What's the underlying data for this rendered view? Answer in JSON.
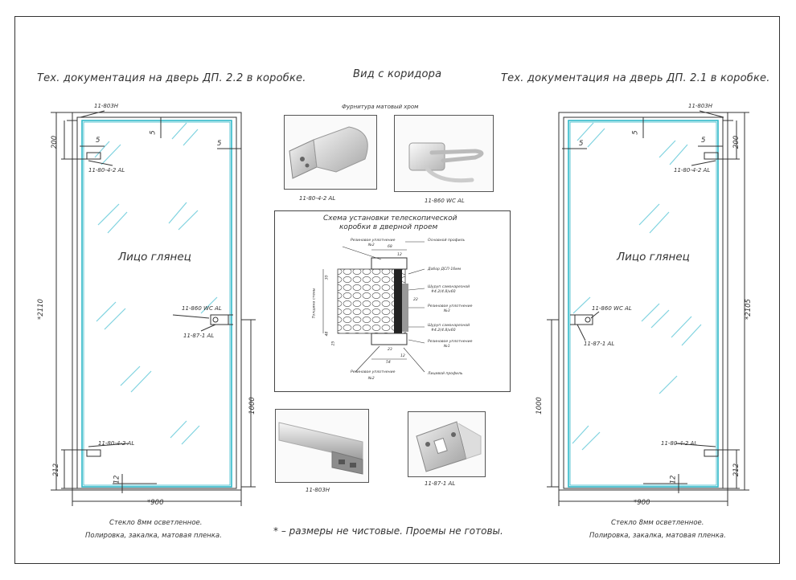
{
  "titles": {
    "left": "Тех. документация на дверь ДП. 2.2 в коробке.",
    "center": "Вид с коридора",
    "right": "Тех. документация на дверь ДП. 2.1 в коробке."
  },
  "hardware_title": "Фурнитура матовый хром",
  "photos": {
    "hinge": "11-80-4-2 AL",
    "handle": "11-860 WC AL",
    "profile": "11-803Н",
    "strike": "11-87-1 AL"
  },
  "scheme": {
    "title_line1": "Схема установки телескопической",
    "title_line2": "коробки в дверной проем",
    "labels": {
      "seal_n2_top": "Резиновое уплотнение",
      "n2_top": "№2",
      "main_profile": "Основной профиль",
      "dobor": "Добор ДСП-16мм",
      "screw1": "Шуруп самонарезной",
      "screw1_size": "#4.2(4.8)х60",
      "seal_n3": "Резиновое уплотнение",
      "n3": "№3",
      "screw2": "Шуруп самонарезной",
      "screw2_size": "#4.2(4.8)х60",
      "seal_n1": "Резиновое уплотнение",
      "n1": "№1",
      "seal_n2_bottom": "Резиновое уплотнение",
      "n2_bottom": "№2",
      "face_profile": "Лицевой профиль",
      "wall_thickness": "Толщина стены",
      "dim_68": "68",
      "dim_54": "54",
      "dim_12": "12",
      "dim_23": "23",
      "dim_48": "48",
      "dim_30": "30",
      "dim_25": "25",
      "dim_12b": "12",
      "dim_22": "22"
    }
  },
  "left_door": {
    "frame_code": "11-803Н",
    "dim_5a": "5",
    "dim_5b": "5",
    "dim_200": "200",
    "hinge_top": "11-80-4-2 AL",
    "face": "Лицо глянец",
    "height": "*2110",
    "handle": "11-860 WC AL",
    "strike": "11-87-1 AL",
    "dim_1000": "1000",
    "hinge_bottom": "11-80-4-2 AL",
    "dim_212": "212",
    "dim_12": "12",
    "width": "*900",
    "note1": "Стекло 8мм осветленное.",
    "note2": "Полировка, закалка, матовая пленка."
  },
  "right_door": {
    "frame_code": "11-803Н",
    "dim_5a": "5",
    "dim_5b": "5",
    "dim_200": "200",
    "hinge_top": "11-80-4-2 AL",
    "face": "Лицо глянец",
    "height": "*2105",
    "handle": "11-860 WC AL",
    "strike": "11-87-1 AL",
    "dim_1000": "1000",
    "hinge_bottom": "11-80-4-2 AL",
    "dim_212": "212",
    "dim_12": "12",
    "width": "*900",
    "note1": "Стекло 8мм осветленное.",
    "note2": "Полировка, закалка, матовая пленка."
  },
  "footnote": "* – размеры не чистовые. Проемы не готовы.",
  "colors": {
    "glass_edge": "#2fb8c8",
    "glass_hatch": "#7fd3e0",
    "line": "#333333"
  }
}
